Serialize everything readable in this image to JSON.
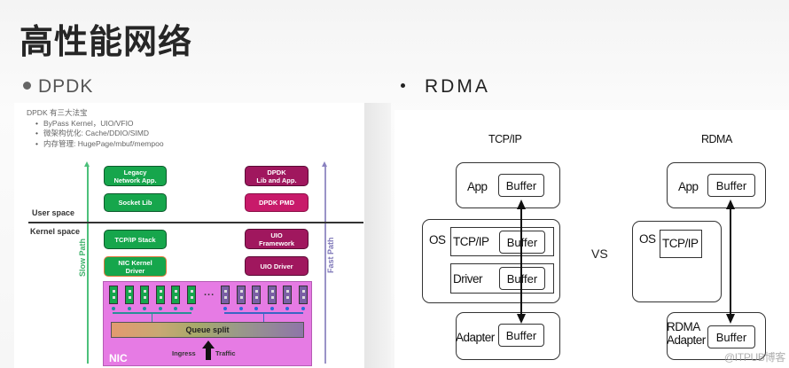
{
  "page": {
    "title": "高性能网络",
    "watermark": "@ITPUB博客"
  },
  "dpdk": {
    "heading": "DPDK",
    "intro_title": "DPDK 有三大法宝",
    "intro_points": [
      "ByPass Kernel，UIO/VFIO",
      "微架构优化: Cache/DDIO/SIMD",
      "内存管理: HugePage/mbuf/mempoo"
    ],
    "user_space_label": "User space",
    "kernel_space_label": "Kernel space",
    "slow_path_label": "Slow Path",
    "fast_path_label": "Fast Path",
    "slow_blocks": [
      "Legacy\nNetwork App.",
      "Socket Lib",
      "TCP/IP Stack",
      "NIC Kernel\nDriver"
    ],
    "fast_blocks": [
      "DPDK\nLib and App.",
      "DPDK PMD",
      "UIO\nFramework",
      "UIO Driver"
    ],
    "nic_label": "NIC",
    "queue_split_label": "Queue split",
    "ellipsis": "...",
    "ingress_label": "Ingress",
    "traffic_label": "Traffic",
    "colors": {
      "slow_path": "#16a64c",
      "fast_path": "#a0175e",
      "nic": "#e67be4",
      "fast_path_arrow": "#9a93c7"
    }
  },
  "rdma": {
    "heading": "RDMA",
    "vs_label": "VS",
    "tcpip_column": {
      "title": "TCP/IP",
      "app_label": "App",
      "os_label": "OS",
      "tcpip_label": "TCP/IP",
      "driver_label": "Driver",
      "adapter_label": "Adapter",
      "buffer_label": "Buffer"
    },
    "rdma_column": {
      "title": "RDMA",
      "app_label": "App",
      "os_label": "OS",
      "tcpip_label": "TCP/IP",
      "adapter_label": "RDMA\nAdapter",
      "buffer_label": "Buffer"
    }
  }
}
